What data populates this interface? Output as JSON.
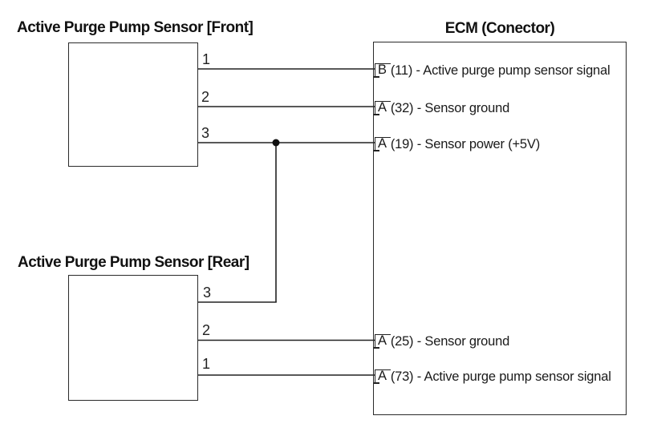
{
  "colors": {
    "line": "#222222",
    "text": "#1a1a1a",
    "background": "#ffffff"
  },
  "front_sensor": {
    "title": "Active Purge Pump Sensor [Front]",
    "pins": [
      "1",
      "2",
      "3"
    ]
  },
  "rear_sensor": {
    "title": "Active Purge Pump Sensor [Rear]",
    "pins": [
      "3",
      "2",
      "1"
    ]
  },
  "ecm": {
    "title": "ECM (Conector)",
    "terminals": [
      {
        "connector": "B",
        "label": "(11) - Active purge pump sensor signal"
      },
      {
        "connector": "A",
        "label": "(32) - Sensor ground"
      },
      {
        "connector": "A",
        "label": "(19) - Sensor power (+5V)"
      },
      {
        "connector": "A",
        "label": "(25) - Sensor ground"
      },
      {
        "connector": "A",
        "label": "(73) - Active purge pump sensor signal"
      }
    ]
  }
}
